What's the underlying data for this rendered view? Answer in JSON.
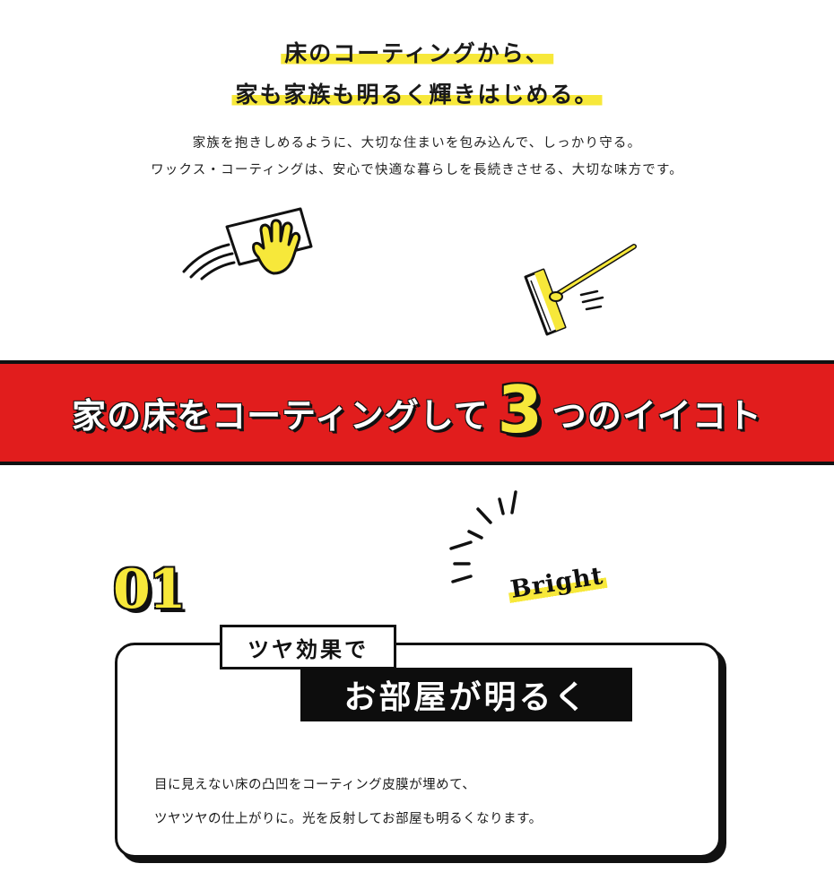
{
  "headline": {
    "line1": "床のコーティングから、",
    "line2": "家も家族も明るく輝きはじめる。"
  },
  "lead": {
    "line1": "家族を抱きしめるように、大切な住まいを包み込んで、しっかり守る。",
    "line2": "ワックス・コーティングは、安心で快適な暮らしを長続きさせる、大切な味方です。"
  },
  "illustrations": {
    "left": "hand-wiping-cloth-icon",
    "right": "floor-mop-icon"
  },
  "banner": {
    "before": "家の床をコーティングして",
    "number": "3",
    "after": "つのイイコト"
  },
  "feature": {
    "number": "01",
    "keyword": "Bright",
    "tag": "ツヤ効果で",
    "title": "お部屋が明るく",
    "body_line1": "目に見えない床の凸凹をコーティング皮膜が埋めて、",
    "body_line2": "ツヤツヤの仕上がりに。光を反射してお部屋も明るくなります。"
  },
  "colors": {
    "accent_yellow": "#f7e83a",
    "banner_red": "#e11d1d",
    "ink": "#111111",
    "background": "#ffffff"
  }
}
